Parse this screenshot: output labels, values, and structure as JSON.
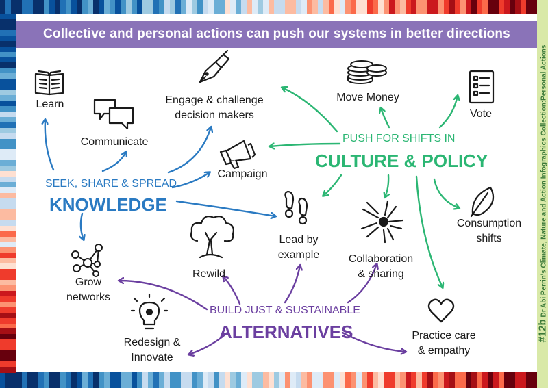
{
  "banner": {
    "title": "Collective and personal actions can push our systems in better directions"
  },
  "side": {
    "number": "#12b",
    "caption": "Dr Abi Perrin's Climate, Nature and Action Infographics Collection:Personal Actions"
  },
  "colors": {
    "knowledge": "#2a7ac2",
    "culture_policy": "#2bb673",
    "alternatives": "#6b3fa0",
    "banner": "#8a73b8",
    "text": "#1a1a1a"
  },
  "hubs": {
    "knowledge": {
      "sub": "SEEK, SHARE & SPREAD",
      "main": "KNOWLEDGE"
    },
    "culture_policy": {
      "sub": "PUSH FOR SHIFTS IN",
      "main": "CULTURE & POLICY"
    },
    "alternatives": {
      "sub": "BUILD JUST & SUSTAINABLE",
      "main": "ALTERNATIVES"
    }
  },
  "actions": {
    "learn": {
      "label": "Learn",
      "icon": "book-icon"
    },
    "communicate": {
      "label": "Communicate",
      "icon": "speech-bubbles-icon"
    },
    "engage": {
      "line1": "Engage & challenge",
      "line2": "decision makers",
      "icon": "fountain-pen-icon"
    },
    "campaign": {
      "label": "Campaign",
      "icon": "megaphone-icon"
    },
    "move_money": {
      "label": "Move Money",
      "icon": "coins-icon"
    },
    "vote": {
      "label": "Vote",
      "icon": "ballot-icon"
    },
    "consumption": {
      "line1": "Consumption",
      "line2": "shifts",
      "icon": "leaf-icon"
    },
    "lead": {
      "line1": "Lead by",
      "line2": "example",
      "icon": "footprints-icon"
    },
    "collaboration": {
      "line1": "Collaboration",
      "line2": "& sharing",
      "icon": "hands-circle-icon"
    },
    "rewild": {
      "label": "Rewild",
      "icon": "tree-icon"
    },
    "grow": {
      "line1": "Grow",
      "line2": "networks",
      "icon": "network-icon"
    },
    "redesign": {
      "line1": "Redesign &",
      "line2": "Innovate",
      "icon": "lightbulb-icon"
    },
    "care": {
      "line1": "Practice care",
      "line2": "& empathy",
      "icon": "heart-icon"
    }
  }
}
